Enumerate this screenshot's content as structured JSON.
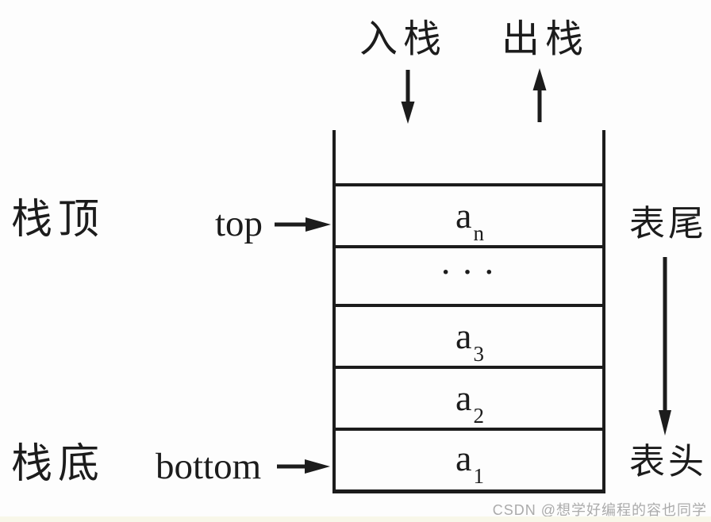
{
  "diagram": {
    "title_semantics": "stack push/pop structure diagram",
    "labels": {
      "push": "入栈",
      "pop": "出栈",
      "stack_top": "栈顶",
      "stack_bottom": "栈底",
      "top_pointer": "top",
      "bottom_pointer": "bottom",
      "list_tail": "表尾",
      "list_head": "表头"
    },
    "stack": {
      "cells": [
        {
          "base": "a",
          "sub": "n"
        },
        {
          "base": "···",
          "sub": ""
        },
        {
          "base": "a",
          "sub": "3"
        },
        {
          "base": "a",
          "sub": "2"
        },
        {
          "base": "a",
          "sub": "1"
        }
      ]
    },
    "arrows": {
      "push_direction": "down",
      "pop_direction": "up",
      "top_pointer_direction": "right",
      "bottom_pointer_direction": "right",
      "tail_to_head_direction": "down"
    },
    "colors": {
      "ink": "#1c1c1c",
      "background": "#fdfdfd",
      "watermark": "#ababab",
      "footer_band": "#f8f7e9"
    }
  },
  "watermark": "CSDN @想学好编程的容也同学"
}
